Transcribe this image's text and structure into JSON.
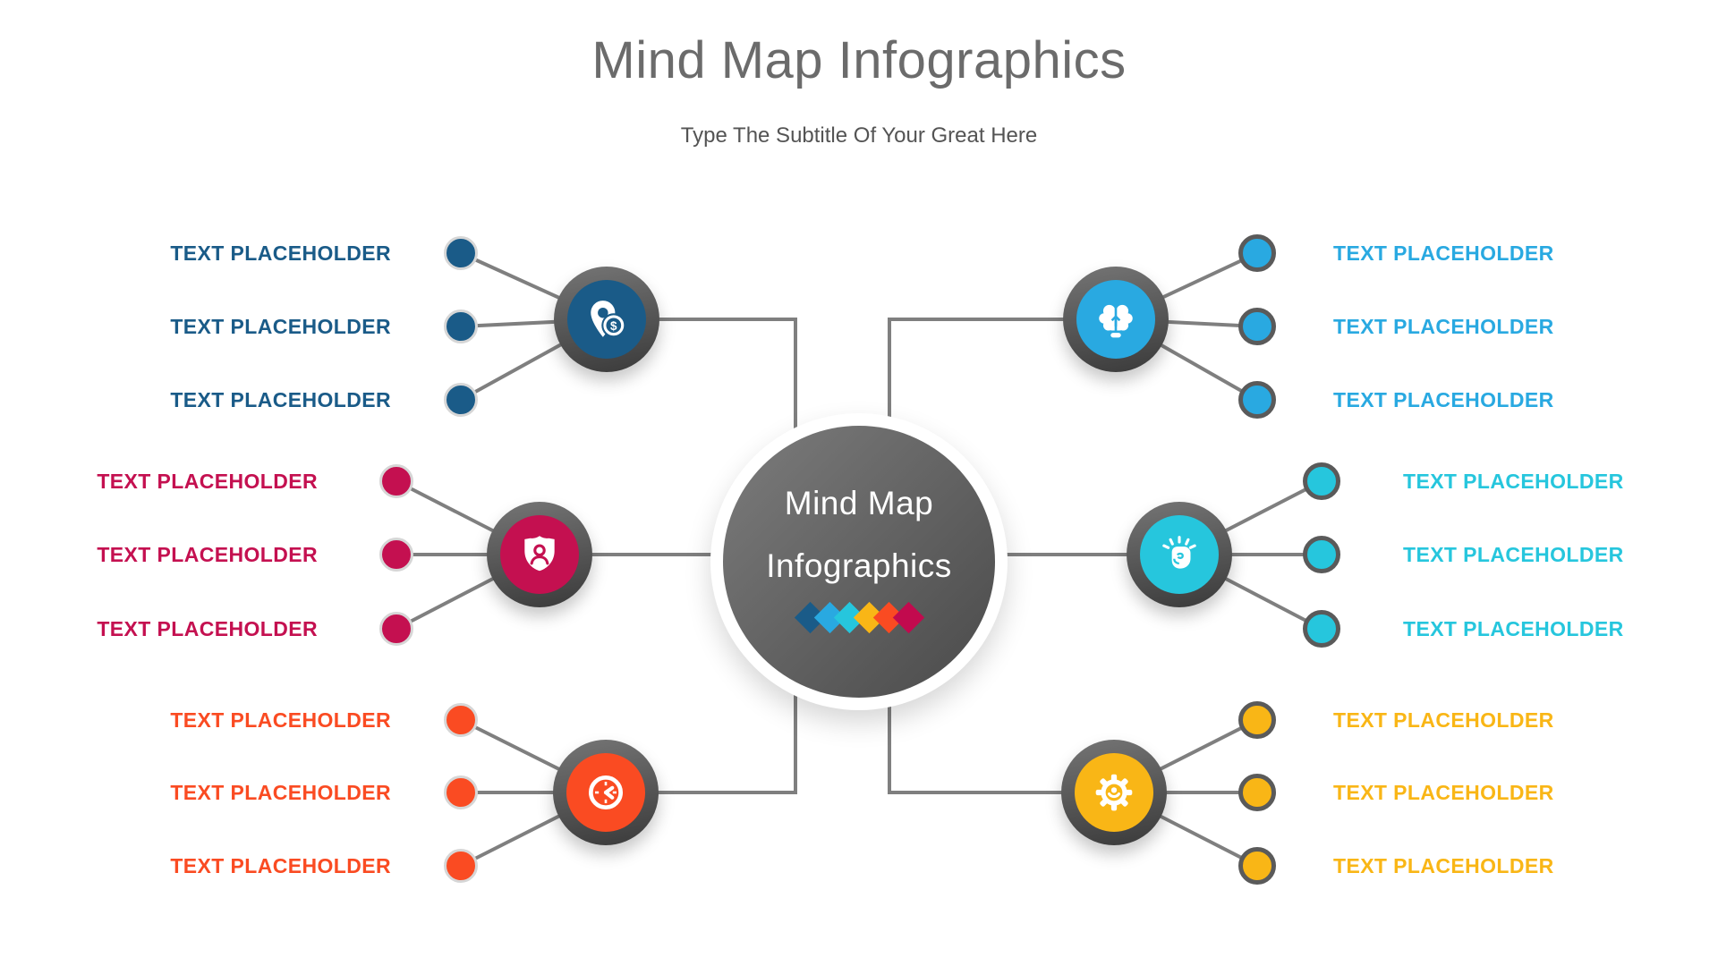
{
  "header": {
    "title": "Mind Map Infographics",
    "subtitle": "Type The Subtitle Of Your Great Here"
  },
  "center": {
    "title_line1": "Mind Map",
    "title_line2": "Infographics",
    "diamond_colors": [
      "#1a5b88",
      "#29a9e1",
      "#26c6dd",
      "#f9b616",
      "#fa4b22",
      "#c20a4e"
    ]
  },
  "colors": {
    "connector": "#7f7f7f",
    "hub_ring_top": "#757575",
    "hub_ring_bottom": "#3a3a3a",
    "center_gradient_start": "#7c7c7c",
    "center_gradient_end": "#4a4a4a",
    "title_text": "#6b6b6b",
    "subtitle_text": "#545454"
  },
  "branches": [
    {
      "id": "top-left",
      "icon": "money-location-icon",
      "color": "#1a5b88",
      "dot_ring": "#d6d6d6",
      "items": [
        "TEXT PLACEHOLDER",
        "TEXT PLACEHOLDER",
        "TEXT PLACEHOLDER"
      ]
    },
    {
      "id": "middle-left",
      "icon": "shield-user-icon",
      "color": "#c41050",
      "dot_ring": "#d6d6d6",
      "items": [
        "TEXT PLACEHOLDER",
        "TEXT PLACEHOLDER",
        "TEXT PLACEHOLDER"
      ]
    },
    {
      "id": "bottom-left",
      "icon": "clock-icon",
      "color": "#fa4b22",
      "dot_ring": "#d6d6d6",
      "items": [
        "TEXT PLACEHOLDER",
        "TEXT PLACEHOLDER",
        "TEXT PLACEHOLDER"
      ]
    },
    {
      "id": "top-right",
      "icon": "brain-idea-icon",
      "color": "#29a9e1",
      "dot_ring": "#5a5a5a",
      "items": [
        "TEXT PLACEHOLDER",
        "TEXT PLACEHOLDER",
        "TEXT PLACEHOLDER"
      ]
    },
    {
      "id": "middle-right",
      "icon": "fist-inspiration-icon",
      "color": "#26c6dd",
      "dot_ring": "#5a5a5a",
      "items": [
        "TEXT PLACEHOLDER",
        "TEXT PLACEHOLDER",
        "TEXT PLACEHOLDER"
      ]
    },
    {
      "id": "bottom-right",
      "icon": "gear-person-icon",
      "color": "#f9b616",
      "dot_ring": "#5a5a5a",
      "items": [
        "TEXT PLACEHOLDER",
        "TEXT PLACEHOLDER",
        "TEXT PLACEHOLDER"
      ]
    }
  ]
}
